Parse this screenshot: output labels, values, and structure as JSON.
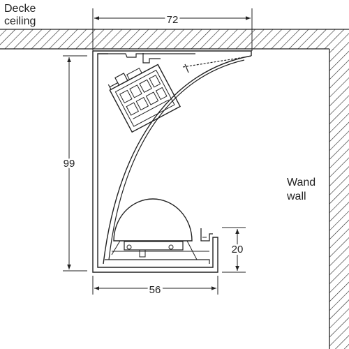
{
  "labels": {
    "ceiling_de": "Decke",
    "ceiling_en": "ceiling",
    "wall_de": "Wand",
    "wall_en": "wall"
  },
  "dimensions": {
    "top_width": "72",
    "height": "99",
    "bottom_width": "56",
    "side_height": "20"
  },
  "colors": {
    "line": "#222222",
    "hatch": "#222222",
    "background": "#ffffff"
  }
}
